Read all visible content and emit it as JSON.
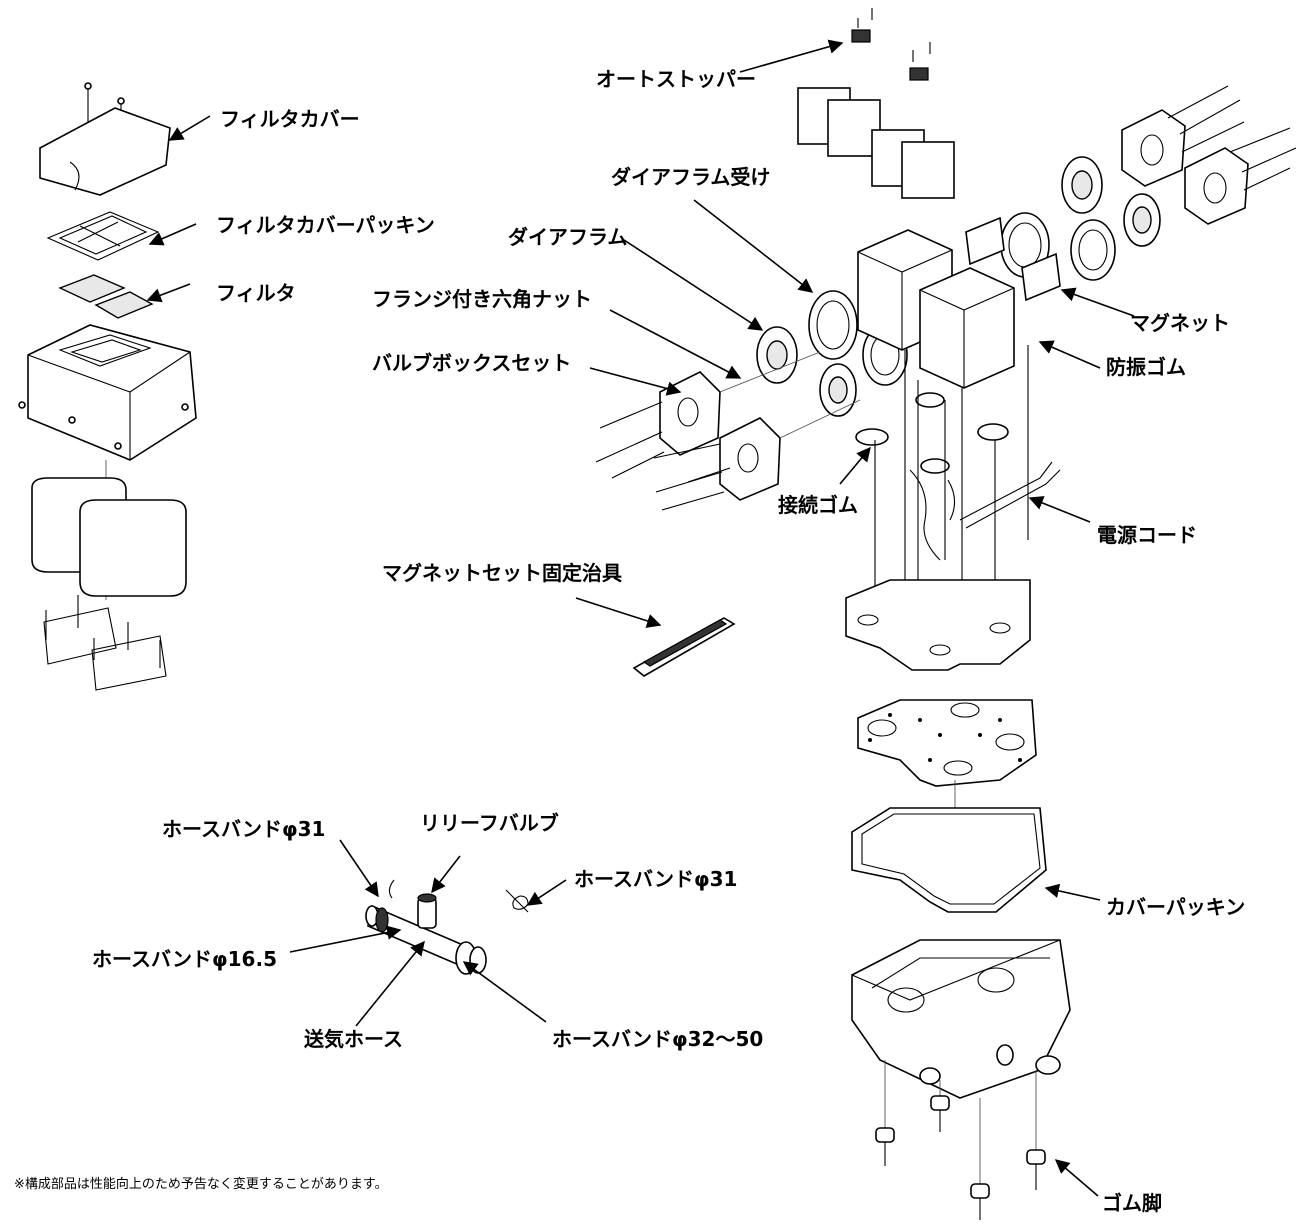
{
  "labels": {
    "auto_stopper": "オートストッパー",
    "filter_cover": "フィルタカバー",
    "filter_cover_packing": "フィルタカバーパッキン",
    "filter": "フィルタ",
    "diaphragm_holder": "ダイアフラム受け",
    "diaphragm": "ダイアフラム",
    "flange_hex_nut": "フランジ付き六角ナット",
    "valve_box_set": "バルブボックスセット",
    "magnet": "マグネット",
    "anti_vibration_rubber": "防振ゴム",
    "connection_rubber": "接続ゴム",
    "power_cord": "電源コード",
    "magnet_set_jig": "マグネットセット固定治具",
    "hose_band_31_left": "ホースバンドφ31",
    "relief_valve": "リリーフバルブ",
    "hose_band_31_right": "ホースバンドφ31",
    "hose_band_16_5": "ホースバンドφ16.5",
    "air_hose": "送気ホース",
    "hose_band_32_50": "ホースバンドφ32～50",
    "cover_packing": "カバーパッキン",
    "rubber_foot": "ゴム脚"
  },
  "note": "※構成部品は性能向上のため予告なく変更することがあります。"
}
